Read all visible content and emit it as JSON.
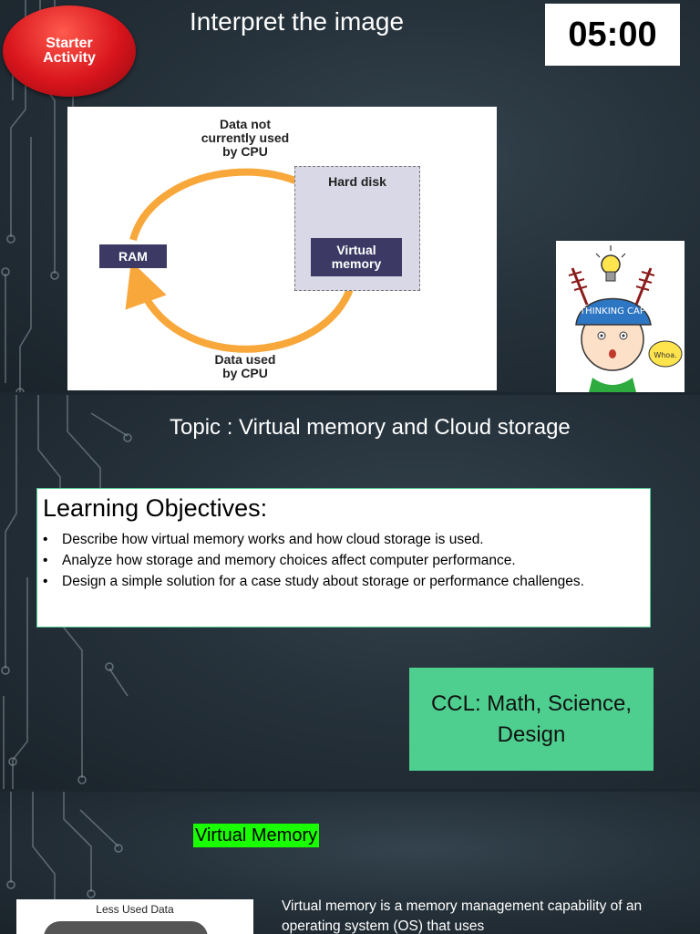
{
  "slide1": {
    "badge": "Starter\nActivity",
    "title": "Interpret the image",
    "timer": "05:00",
    "diagram": {
      "top_label": "Data not\ncurrently used\nby CPU",
      "bottom_label": "Data used\nby CPU",
      "ram_label": "RAM",
      "hard_disk_label": "Hard disk",
      "virtual_memory_label": "Virtual\nmemory",
      "arrow_color": "#f8a73a"
    },
    "thinking_cap": {
      "cap_text": "THINKING CAP",
      "bubble_text": "Whoa."
    }
  },
  "slide2": {
    "topic": "Topic : Virtual memory and Cloud storage",
    "objectives_heading": "Learning Objectives:",
    "objectives": [
      "Describe how virtual memory works and how cloud storage is used.",
      "Analyze how storage and memory choices affect computer performance.",
      "Design a simple solution for a case study about storage or performance challenges."
    ],
    "ccl": "CCL: Math, Science, Design"
  },
  "slide3": {
    "heading": "Virtual Memory",
    "image_label": "Less Used Data",
    "text": "Virtual memory is a memory management capability of an operating system (OS) that uses"
  }
}
